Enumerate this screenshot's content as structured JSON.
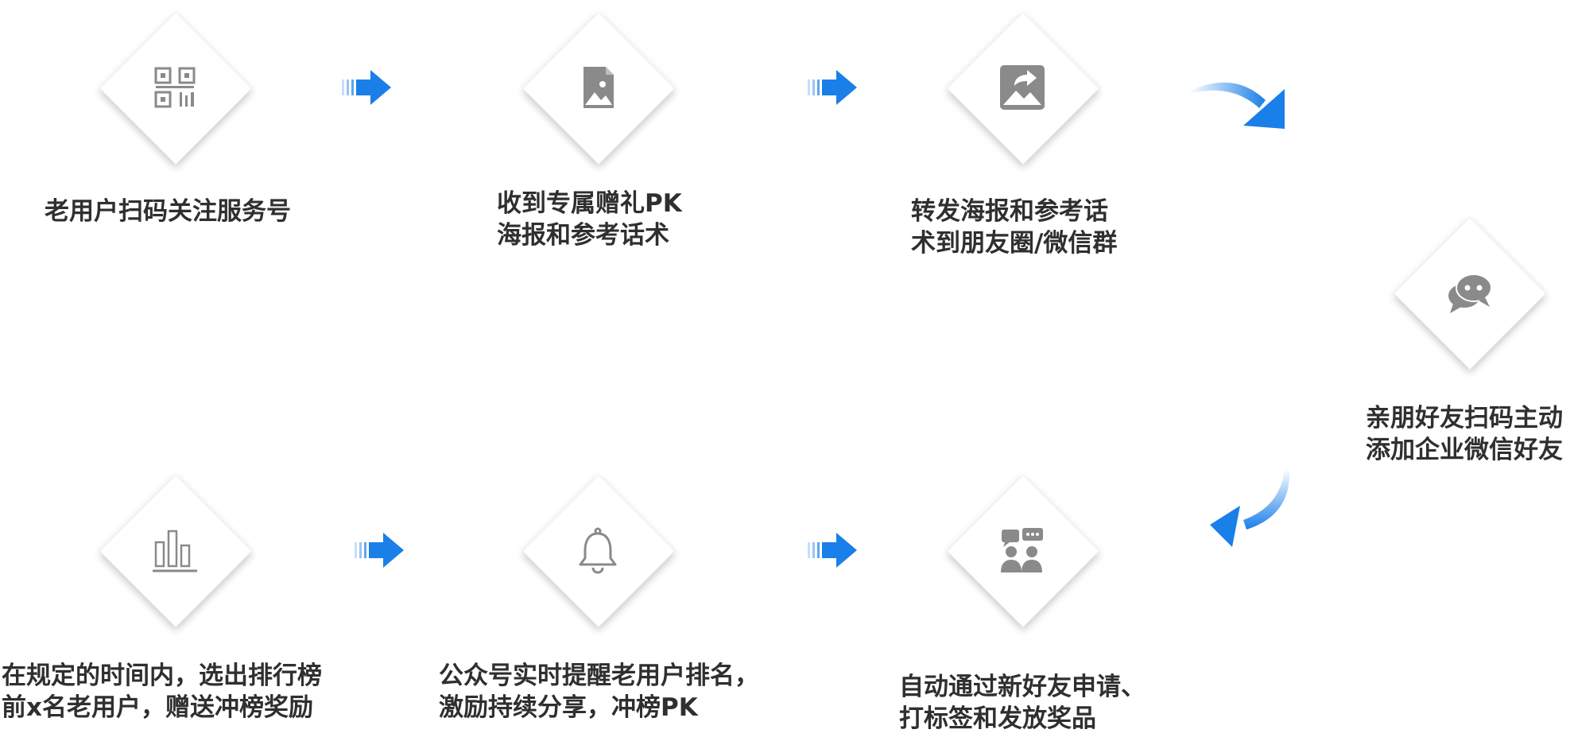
{
  "accent_color": "#1a7fe8",
  "steps": [
    {
      "icon": "qr-code-icon",
      "lines": [
        "老用户扫码关注服务号"
      ]
    },
    {
      "icon": "poster-icon",
      "lines": [
        "收到专属赠礼PK",
        "海报和参考话术"
      ]
    },
    {
      "icon": "share-image-icon",
      "lines": [
        "转发海报和参考话",
        "术到朋友圈/微信群"
      ]
    },
    {
      "icon": "chat-bubbles-icon",
      "lines": [
        "亲朋好友扫码主动",
        "添加企业微信好友"
      ]
    },
    {
      "icon": "group-chat-icon",
      "lines": [
        "自动通过新好友申请、",
        "打标签和发放奖品"
      ]
    },
    {
      "icon": "bell-icon",
      "lines": [
        "公众号实时提醒老用户排名，",
        "激励持续分享，冲榜PK"
      ]
    },
    {
      "icon": "bar-chart-icon",
      "lines": [
        "在规定的时间内，选出排行榜",
        "前x名老用户，赠送冲榜奖励"
      ]
    }
  ]
}
